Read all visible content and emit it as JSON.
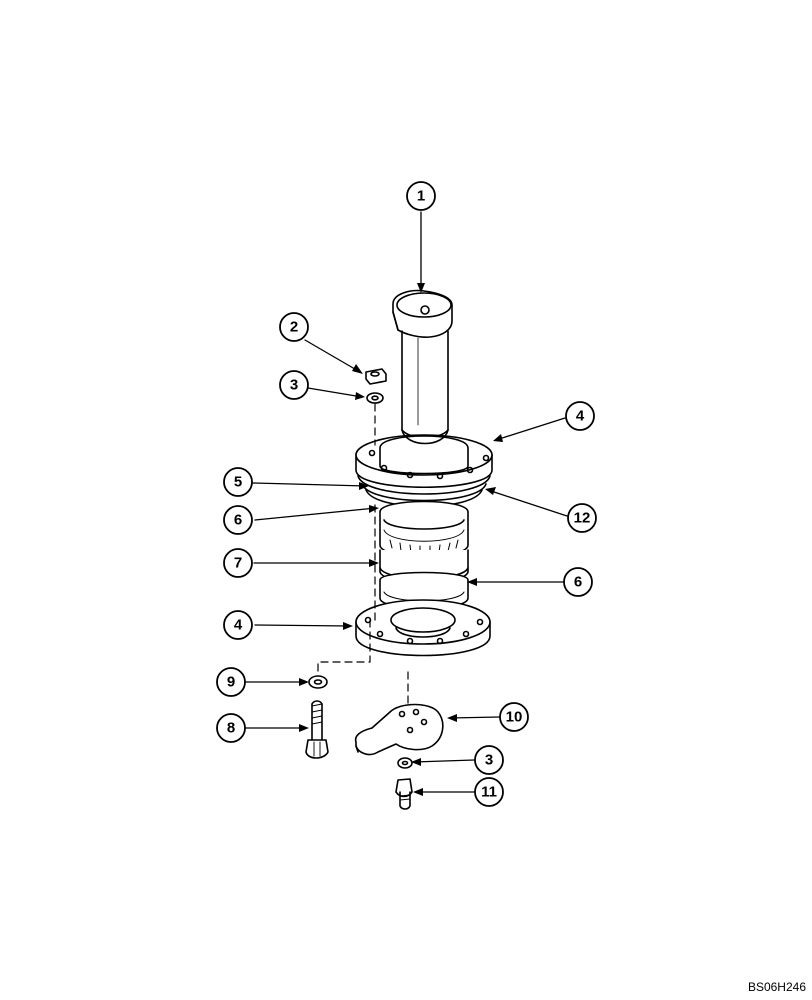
{
  "diagram": {
    "callouts": [
      {
        "label": "1"
      },
      {
        "label": "2"
      },
      {
        "label": "3"
      },
      {
        "label": "4"
      },
      {
        "label": "5"
      },
      {
        "label": "6"
      },
      {
        "label": "7"
      },
      {
        "label": "4"
      },
      {
        "label": "12"
      },
      {
        "label": "6"
      },
      {
        "label": "9"
      },
      {
        "label": "8"
      },
      {
        "label": "10"
      },
      {
        "label": "3"
      },
      {
        "label": "11"
      }
    ],
    "reference_code": "BS06H246"
  }
}
